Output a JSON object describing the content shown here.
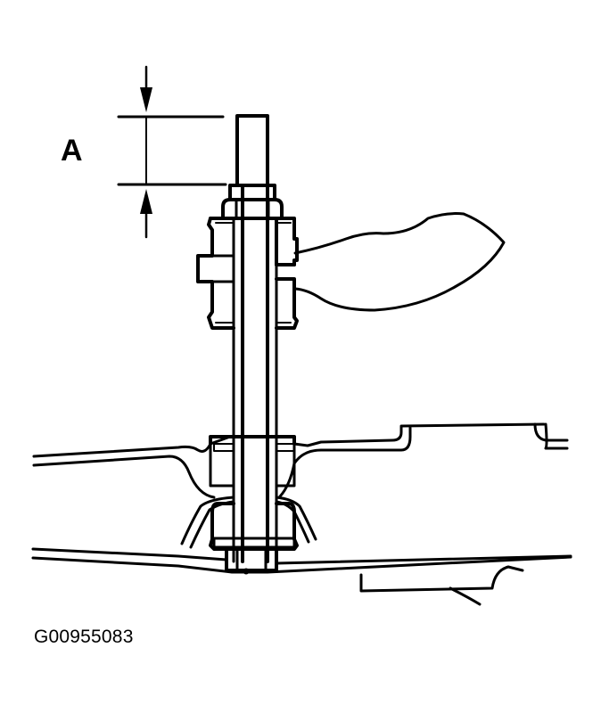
{
  "diagram": {
    "type": "technical-line-drawing",
    "subject": "bolt / stud assembly through bushings and mounting brackets with dimension A",
    "dimension_label": "A",
    "figure_id": "G00955083",
    "colors": {
      "line": "#000000",
      "background": "#ffffff"
    }
  }
}
